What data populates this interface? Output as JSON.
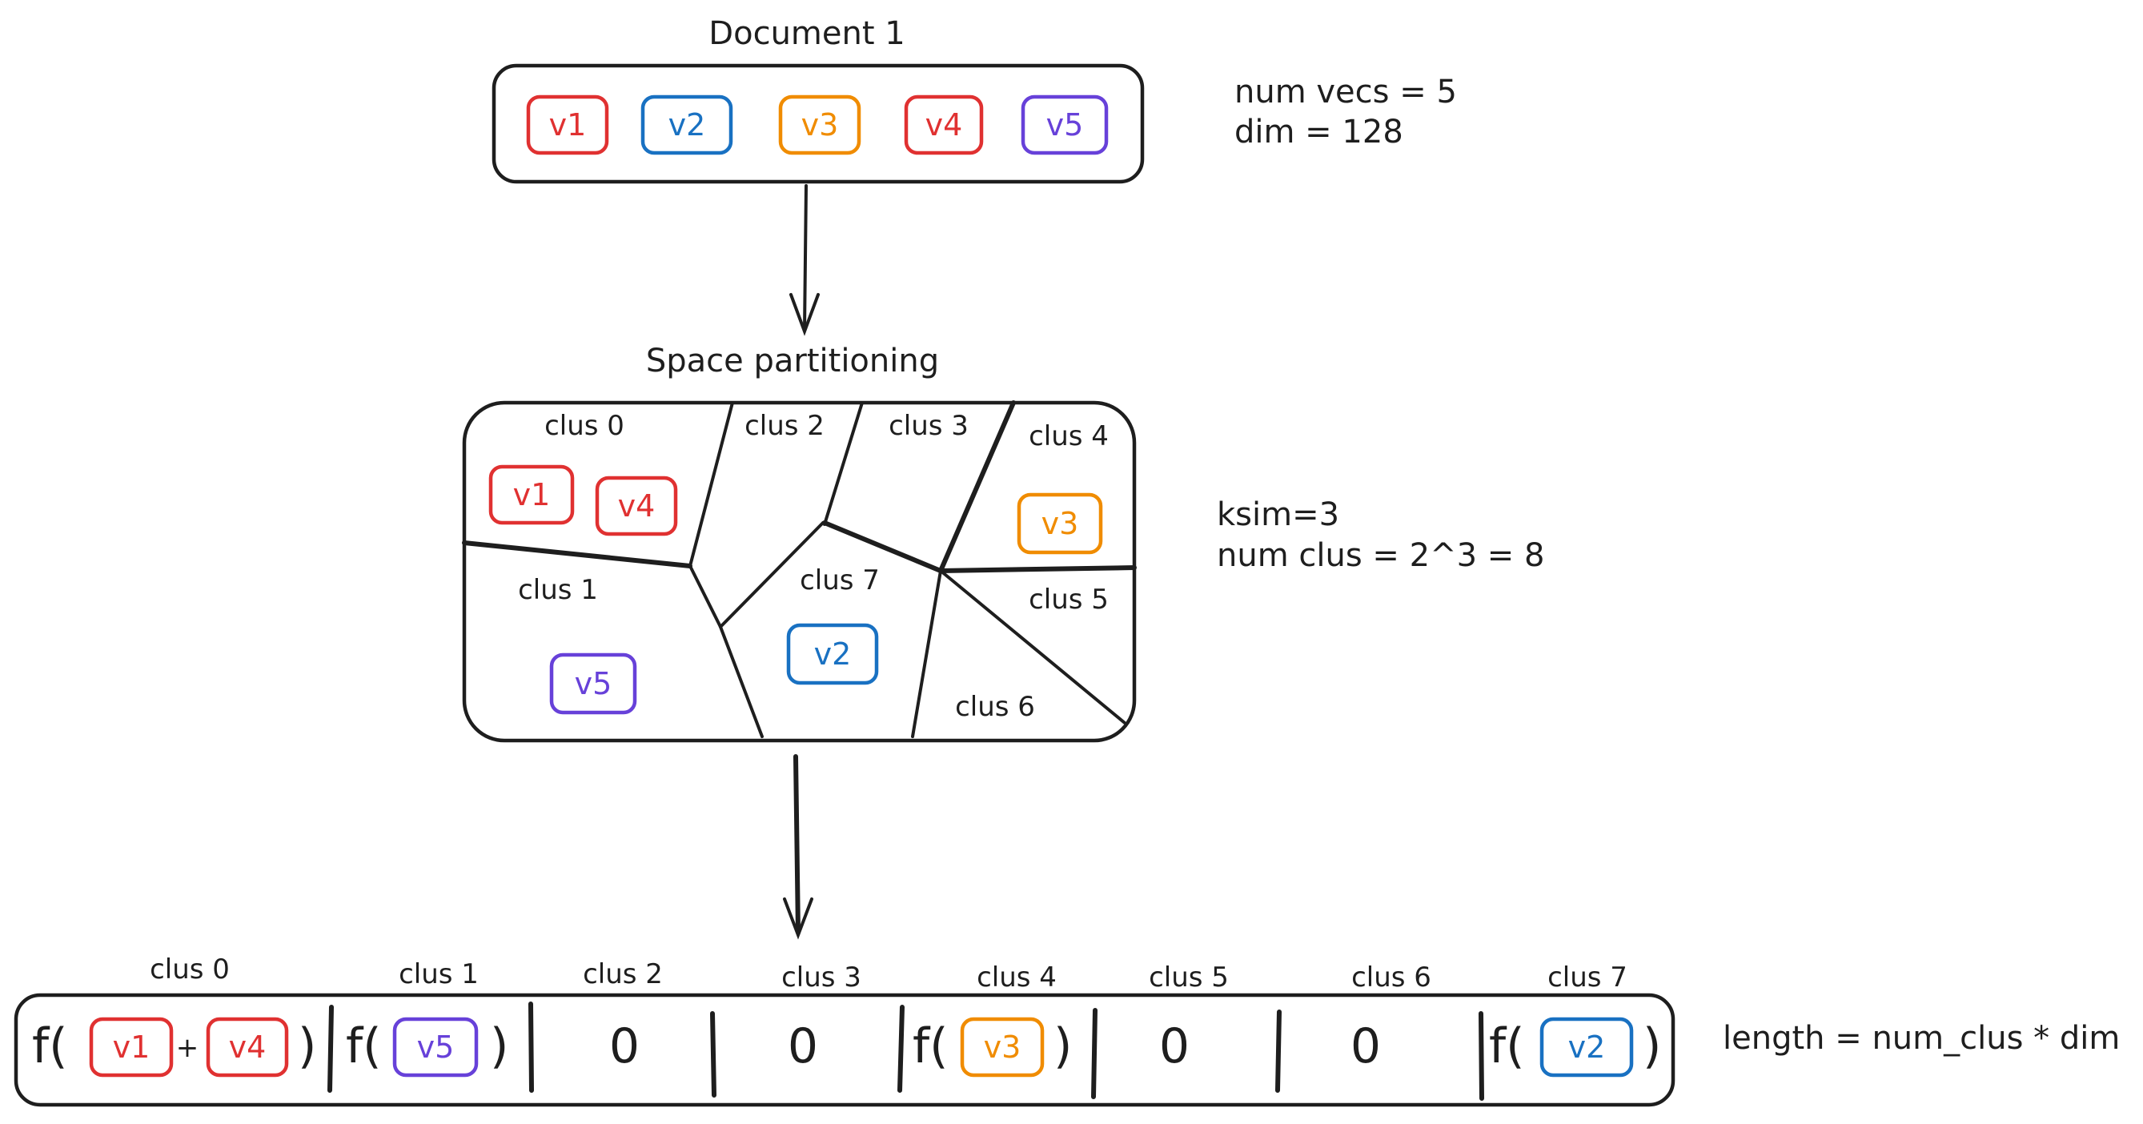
{
  "colors": {
    "v1": "#e03131",
    "v2": "#1971c2",
    "v3": "#f08c00",
    "v4": "#e03131",
    "v5": "#6741d9",
    "ink": "#1e1e1e"
  },
  "document": {
    "title": "Document 1",
    "vectors": [
      "v1",
      "v2",
      "v3",
      "v4",
      "v5"
    ],
    "note_vecs": "num vecs = 5",
    "note_dim": "dim = 128"
  },
  "partition": {
    "title": "Space partitioning",
    "clusters": {
      "c0": "clus 0",
      "c1": "clus 1",
      "c2": "clus 2",
      "c3": "clus 3",
      "c4": "clus 4",
      "c5": "clus 5",
      "c6": "clus 6",
      "c7": "clus 7"
    },
    "assignments": {
      "v1": "v1",
      "v4": "v4",
      "v3": "v3",
      "v5": "v5",
      "v2": "v2"
    },
    "note_ksim": "ksim=3",
    "note_clus": "num clus = 2^3 = 8"
  },
  "output": {
    "labels": [
      "clus 0",
      "clus 1",
      "clus 2",
      "clus 3",
      "clus 4",
      "clus 5",
      "clus 6",
      "clus 7"
    ],
    "fn": "f(",
    "close": ")",
    "plus": "+",
    "zero": "0",
    "slots": {
      "s0a": "v1",
      "s0b": "v4",
      "s1": "v5",
      "s4": "v3",
      "s7": "v2"
    },
    "note_length": "length = num_clus * dim"
  }
}
